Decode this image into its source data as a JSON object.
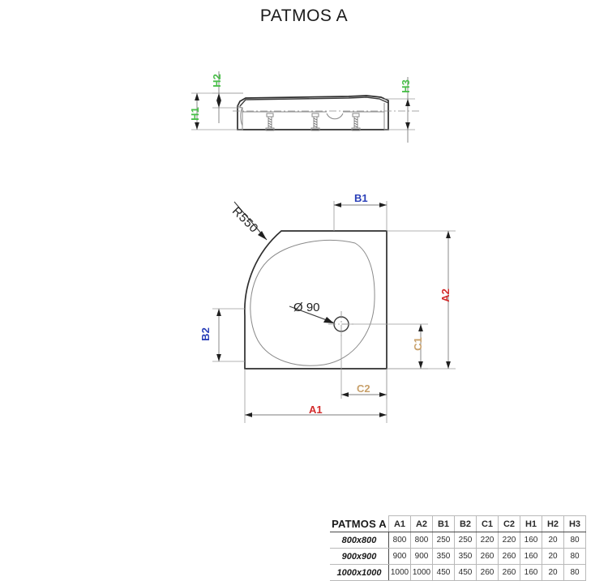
{
  "title": "PATMOS A",
  "section_view": {
    "labels": [
      {
        "id": "H1",
        "text": "H1",
        "color": "#4bbf4b"
      },
      {
        "id": "H2",
        "text": "H2",
        "color": "#4bbf4b"
      },
      {
        "id": "H3",
        "text": "H3",
        "color": "#4bbf4b"
      }
    ]
  },
  "plan_view": {
    "labels": [
      {
        "id": "A1",
        "text": "A1",
        "color": "#d32b2b"
      },
      {
        "id": "A2",
        "text": "A2",
        "color": "#d32b2b"
      },
      {
        "id": "B1",
        "text": "B1",
        "color": "#2a3fb8"
      },
      {
        "id": "B2",
        "text": "B2",
        "color": "#2a3fb8"
      },
      {
        "id": "C1",
        "text": "C1",
        "color": "#c8a06a"
      },
      {
        "id": "C2",
        "text": "C2",
        "color": "#c8a06a"
      }
    ],
    "annotations": [
      {
        "id": "radius",
        "text": "R550"
      },
      {
        "id": "drain-diameter",
        "text": "Ø 90"
      }
    ]
  },
  "spec_table": {
    "corner_label": "PATMOS A",
    "columns": [
      {
        "key": "A1",
        "label": "A1",
        "color": "#d32b2b"
      },
      {
        "key": "A2",
        "label": "A2",
        "color": "#d32b2b"
      },
      {
        "key": "B1",
        "label": "B1",
        "color": "#2a3fb8"
      },
      {
        "key": "B2",
        "label": "B2",
        "color": "#2a3fb8"
      },
      {
        "key": "C1",
        "label": "C1",
        "color": "#a08a6a"
      },
      {
        "key": "C2",
        "label": "C2",
        "color": "#b8a878"
      },
      {
        "key": "H1",
        "label": "H1",
        "color": "#4bbf4b"
      },
      {
        "key": "H2",
        "label": "H2",
        "color": "#4bbf4b"
      },
      {
        "key": "H3",
        "label": "H3",
        "color": "#4bbf4b"
      }
    ],
    "rows": [
      {
        "size": "800x800",
        "values": [
          "800",
          "800",
          "250",
          "250",
          "220",
          "220",
          "160",
          "20",
          "80"
        ]
      },
      {
        "size": "900x900",
        "values": [
          "900",
          "900",
          "350",
          "350",
          "260",
          "260",
          "160",
          "20",
          "80"
        ]
      },
      {
        "size": "1000x1000",
        "values": [
          "1000",
          "1000",
          "450",
          "450",
          "260",
          "260",
          "160",
          "20",
          "80"
        ]
      }
    ]
  }
}
